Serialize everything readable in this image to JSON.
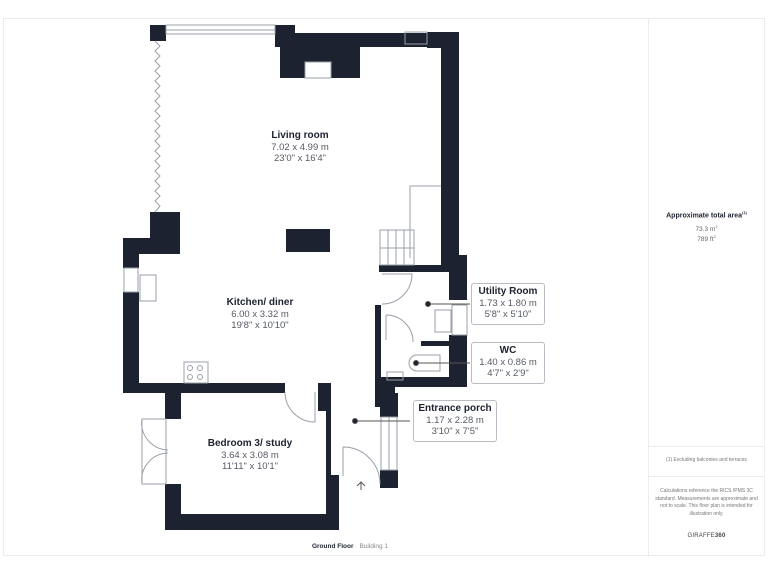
{
  "floor_plan": {
    "floor": "Ground Floor",
    "building": "Building 1",
    "rooms": [
      {
        "name": "Living room",
        "metric": "7.02 x 4.99 m",
        "imperial": "23'0\" x 16'4\""
      },
      {
        "name": "Kitchen/ diner",
        "metric": "6.00 x 3.32 m",
        "imperial": "19'8\" x 10'10\""
      },
      {
        "name": "Utility Room",
        "metric": "1.73 x 1.80 m",
        "imperial": "5'8\" x 5'10\""
      },
      {
        "name": "WC",
        "metric": "1.40 x 0.86 m",
        "imperial": "4'7\" x 2'9\""
      },
      {
        "name": "Entrance porch",
        "metric": "1.17 x 2.28 m",
        "imperial": "3'10\" x 7'5\""
      },
      {
        "name": "Bedroom 3/ study",
        "metric": "3.64 x 3.08 m",
        "imperial": "11'11\" x 10'1\""
      }
    ],
    "wall_color": "#1c2230"
  },
  "sidebar": {
    "area_title": "Approximate total area",
    "area_footnote_marker": "(1)",
    "area_m2": "73.3 m",
    "area_m2_unit_sup": "2",
    "area_ft2": "789 ft",
    "area_ft2_unit_sup": "2",
    "footnote": "(1) Excluding balconies and terraces",
    "disclaimer": "Calculations reference the RICS IPMS 3C standard. Measurements are approximate and not to scale. This floor plan is intended for illustration only.",
    "brand_a": "GIRAFFE",
    "brand_b": "360"
  }
}
